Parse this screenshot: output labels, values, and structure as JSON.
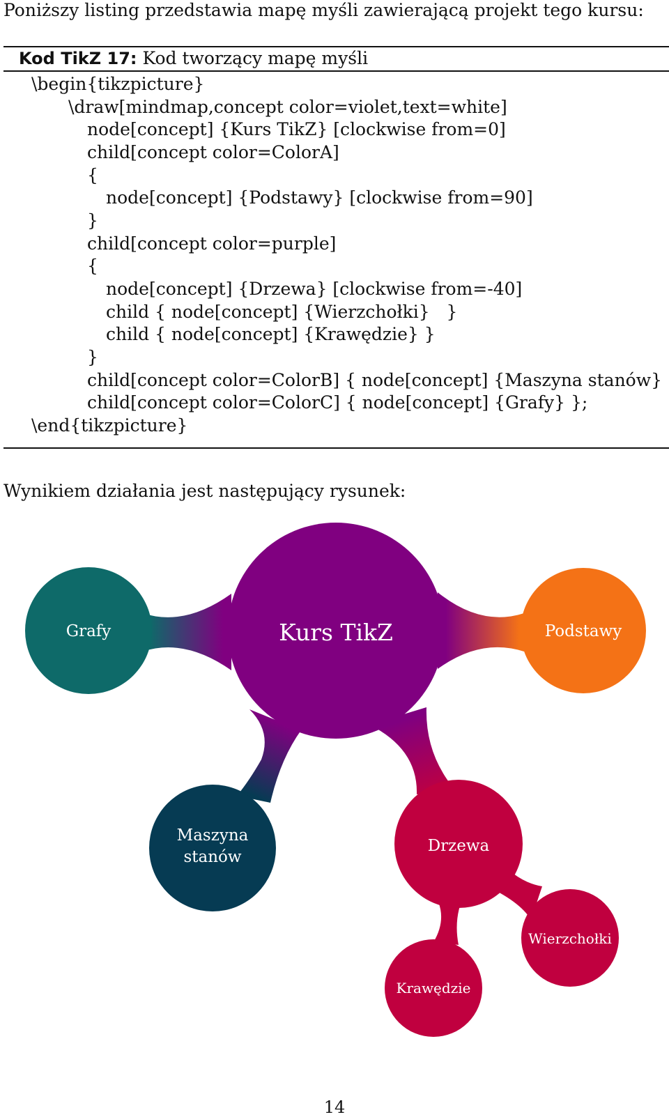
{
  "intro": "Poniższy listing przedstawia mapę myśli zawierającą projekt tego kursu:",
  "listing": {
    "caption_label": "Kod TikZ 17:",
    "caption_text": " Kod tworzący mapę myśli",
    "lines": [
      "\\begin{tikzpicture}",
      "\\draw[mindmap,concept color=violet,text=white]",
      "node[concept] {Kurs TikZ} [clockwise from=0]",
      "child[concept color=ColorA]",
      "{",
      "node[concept] {Podstawy} [clockwise from=90]",
      "}",
      "child[concept color=purple]",
      "{",
      "node[concept] {Drzewa} [clockwise from=-40]",
      "child { node[concept] {Wierzchołki}   }",
      "child { node[concept] {Krawędzie} }",
      "}",
      "child[concept color=ColorB] { node[concept] {Maszyna stanów} }",
      "child[concept color=ColorC] { node[concept] {Grafy} };",
      "\\end{tikzpicture}"
    ]
  },
  "result_text": "Wynikiem działania jest następujący rysunek:",
  "mindmap": {
    "root": {
      "label": "Kurs TikZ",
      "color": "#800080"
    },
    "children": [
      {
        "label": "Podstawy",
        "color": "#F47216"
      },
      {
        "label": "Grafy",
        "color": "#0E6A69"
      },
      {
        "label_line1": "Maszyna",
        "label_line2": "stanów",
        "color": "#063B53"
      },
      {
        "label": "Drzewa",
        "color": "#C0003F"
      }
    ],
    "grandchildren": [
      {
        "label": "Wierzchołki",
        "color": "#C0003F"
      },
      {
        "label": "Krawędzie",
        "color": "#C0003F"
      }
    ]
  },
  "page_number": "14"
}
